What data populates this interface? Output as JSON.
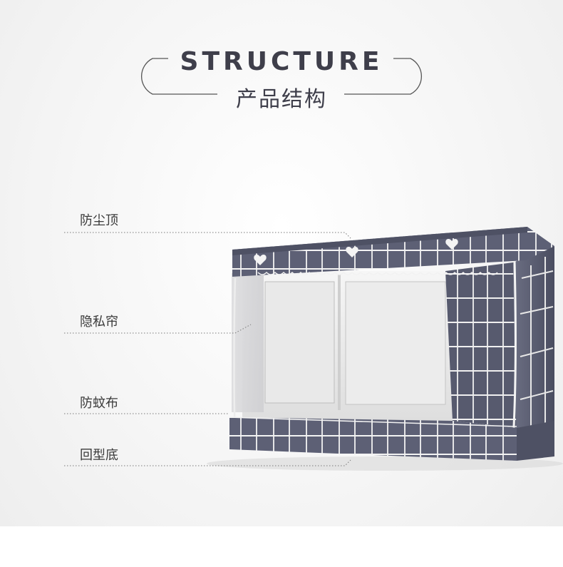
{
  "header": {
    "title_en": "STRUCTURE",
    "title_cn": "产品结构"
  },
  "callouts": [
    {
      "label": "防尘顶"
    },
    {
      "label": "隐私帘"
    },
    {
      "label": "防蚊布"
    },
    {
      "label": "回型底"
    }
  ],
  "colors": {
    "fabric": "#5d6075",
    "fabric_dark": "#4d5063",
    "grid_line": "#f3f3f3",
    "text": "#3e3e4a"
  }
}
